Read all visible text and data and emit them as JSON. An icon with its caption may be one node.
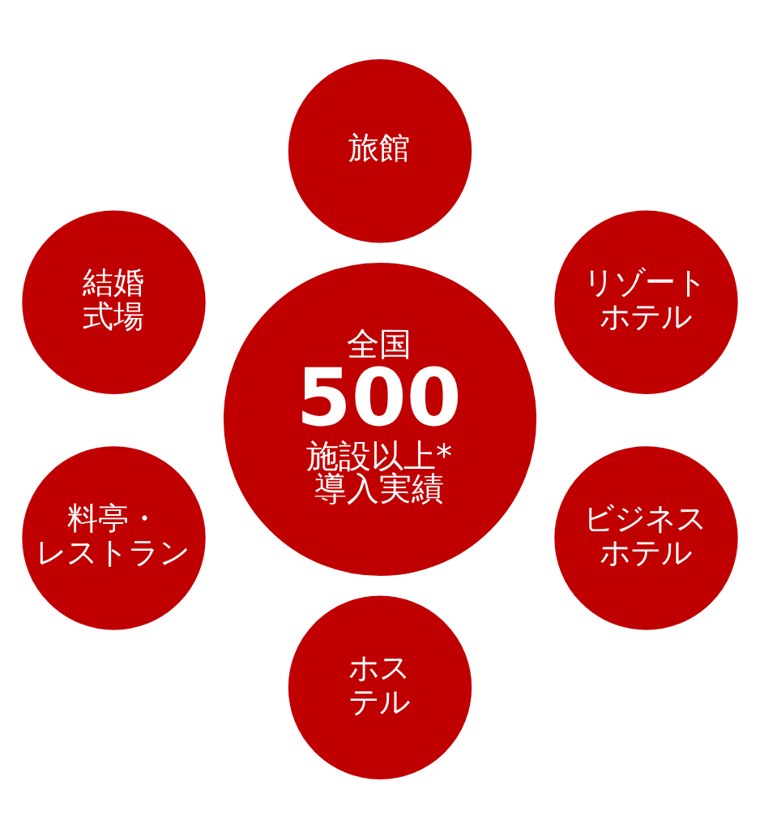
{
  "diagram": {
    "nodes": [
      {
        "text": [
          "旅館"
        ]
      },
      {
        "text": [
          "結婚式場"
        ]
      },
      {
        "text": [
          "リゾートホテル"
        ]
      },
      {
        "text": [
          "全国",
          "500",
          "施設以上*導入実績"
        ]
      },
      {
        "text": [
          "料亭・レストラン"
        ]
      },
      {
        "text": [
          "ビジネスホテル"
        ]
      },
      {
        "text": [
          "ホステル"
        ]
      }
    ]
  }
}
